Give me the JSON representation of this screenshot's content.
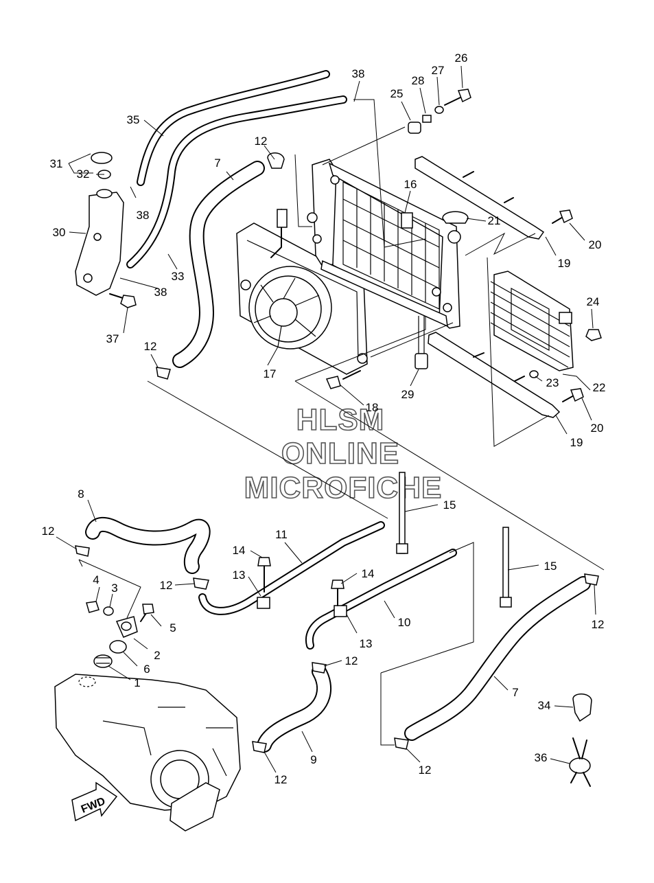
{
  "watermark": {
    "line1": "HLSM",
    "line2": "ONLINE",
    "line3": "MICROFICHE"
  },
  "fwd_label": "FWD",
  "callouts": [
    {
      "id": "c-1",
      "text": "1"
    },
    {
      "id": "c-2",
      "text": "2"
    },
    {
      "id": "c-3",
      "text": "3"
    },
    {
      "id": "c-4",
      "text": "4"
    },
    {
      "id": "c-5",
      "text": "5"
    },
    {
      "id": "c-6",
      "text": "6"
    },
    {
      "id": "c-7a",
      "text": "7"
    },
    {
      "id": "c-7b",
      "text": "7"
    },
    {
      "id": "c-8",
      "text": "8"
    },
    {
      "id": "c-9",
      "text": "9"
    },
    {
      "id": "c-10",
      "text": "10"
    },
    {
      "id": "c-11",
      "text": "11"
    },
    {
      "id": "c-12a",
      "text": "12"
    },
    {
      "id": "c-12b",
      "text": "12"
    },
    {
      "id": "c-12c",
      "text": "12"
    },
    {
      "id": "c-12d",
      "text": "12"
    },
    {
      "id": "c-12e",
      "text": "12"
    },
    {
      "id": "c-12f",
      "text": "12"
    },
    {
      "id": "c-12g",
      "text": "12"
    },
    {
      "id": "c-12h",
      "text": "12"
    },
    {
      "id": "c-13a",
      "text": "13"
    },
    {
      "id": "c-13b",
      "text": "13"
    },
    {
      "id": "c-14a",
      "text": "14"
    },
    {
      "id": "c-14b",
      "text": "14"
    },
    {
      "id": "c-15a",
      "text": "15"
    },
    {
      "id": "c-15b",
      "text": "15"
    },
    {
      "id": "c-16",
      "text": "16"
    },
    {
      "id": "c-17",
      "text": "17"
    },
    {
      "id": "c-18",
      "text": "18"
    },
    {
      "id": "c-19a",
      "text": "19"
    },
    {
      "id": "c-19b",
      "text": "19"
    },
    {
      "id": "c-20a",
      "text": "20"
    },
    {
      "id": "c-20b",
      "text": "20"
    },
    {
      "id": "c-21",
      "text": "21"
    },
    {
      "id": "c-22",
      "text": "22"
    },
    {
      "id": "c-23",
      "text": "23"
    },
    {
      "id": "c-24",
      "text": "24"
    },
    {
      "id": "c-25",
      "text": "25"
    },
    {
      "id": "c-26",
      "text": "26"
    },
    {
      "id": "c-27",
      "text": "27"
    },
    {
      "id": "c-28",
      "text": "28"
    },
    {
      "id": "c-29",
      "text": "29"
    },
    {
      "id": "c-30",
      "text": "30"
    },
    {
      "id": "c-31",
      "text": "31"
    },
    {
      "id": "c-32",
      "text": "32"
    },
    {
      "id": "c-33",
      "text": "33"
    },
    {
      "id": "c-34",
      "text": "34"
    },
    {
      "id": "c-35",
      "text": "35"
    },
    {
      "id": "c-36",
      "text": "36"
    },
    {
      "id": "c-37",
      "text": "37"
    },
    {
      "id": "c-38a",
      "text": "38"
    },
    {
      "id": "c-38b",
      "text": "38"
    },
    {
      "id": "c-38c",
      "text": "38"
    }
  ]
}
